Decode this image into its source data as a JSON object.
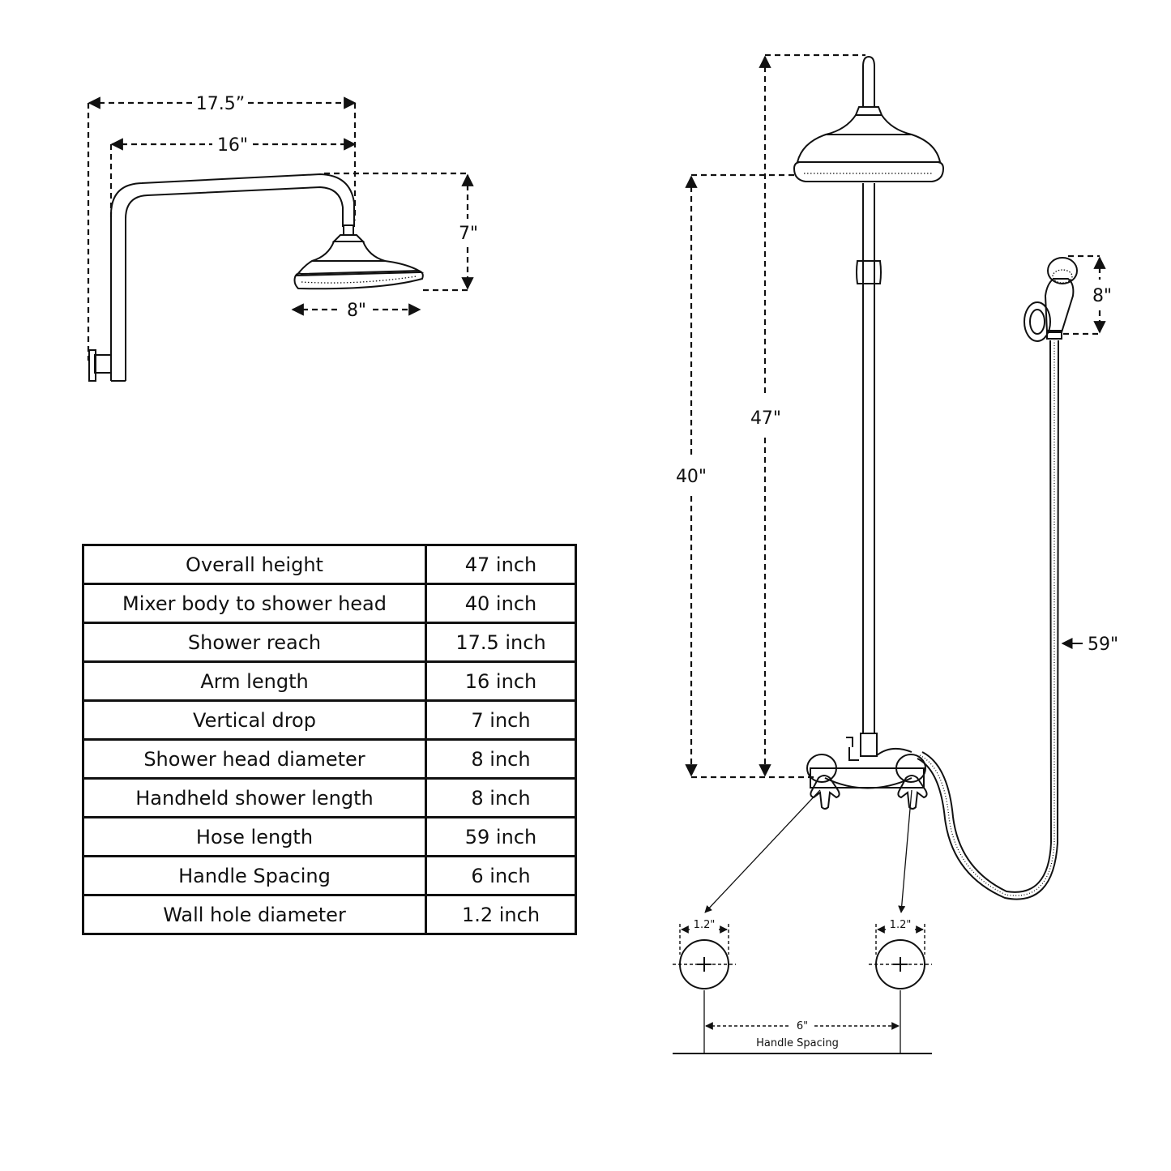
{
  "arm_view": {
    "reach_label": "17.5”",
    "arm_length_label": "16\"",
    "drop_label": "7\"",
    "head_diameter_label": "8\""
  },
  "column_view": {
    "overall_height_label": "47\"",
    "mixer_to_head_label": "40\"",
    "handheld_length_label": "8\"",
    "hose_length_label": "59\"",
    "left_hole_label": "1.2\"",
    "right_hole_label": "1.2\"",
    "spacing_label": "6\"",
    "spacing_caption": "Handle Spacing"
  },
  "spec_table": {
    "rows": [
      {
        "label": "Overall height",
        "value": "47 inch"
      },
      {
        "label": "Mixer body to shower head",
        "value": "40 inch"
      },
      {
        "label": "Shower reach",
        "value": "17.5 inch"
      },
      {
        "label": "Arm length",
        "value": "16 inch"
      },
      {
        "label": "Vertical drop",
        "value": "7 inch"
      },
      {
        "label": "Shower head diameter",
        "value": "8 inch"
      },
      {
        "label": "Handheld shower length",
        "value": "8 inch"
      },
      {
        "label": "Hose length",
        "value": "59 inch"
      },
      {
        "label": "Handle Spacing",
        "value": "6 inch"
      },
      {
        "label": "Wall hole diameter",
        "value": "1.2 inch"
      }
    ]
  }
}
